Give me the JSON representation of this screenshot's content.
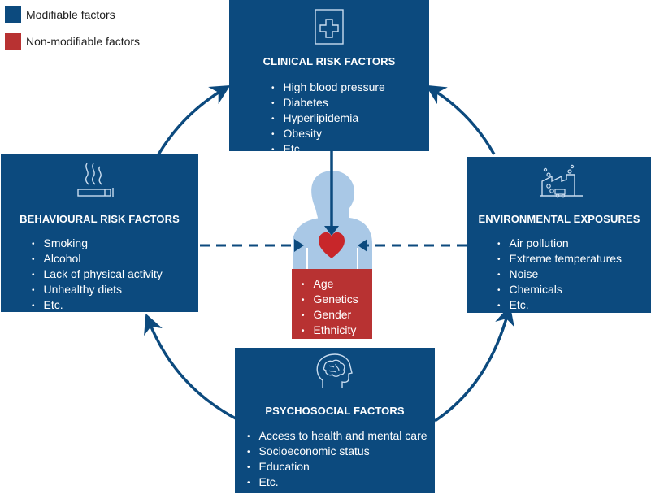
{
  "legend": [
    {
      "label": "Modifiable factors",
      "color": "#0c4a7e"
    },
    {
      "label": "Non-modifiable factors",
      "color": "#b83232"
    }
  ],
  "colors": {
    "modifiable": "#0c4a7e",
    "non_modifiable": "#b83232",
    "body": "#a9c8e6",
    "heart": "#c8262a"
  },
  "clinical": {
    "title": "CLINICAL RISK FACTORS",
    "icon": "medical-cross-document-icon",
    "items": [
      "High blood pressure",
      "Diabetes",
      "Hyperlipidemia",
      "Obesity",
      "Etc."
    ]
  },
  "behavioural": {
    "title": "BEHAVIOURAL RISK FACTORS",
    "icon": "cigarette-smoke-icon",
    "items": [
      "Smoking",
      "Alcohol",
      "Lack of physical activity",
      "Unhealthy diets",
      "Etc."
    ]
  },
  "environmental": {
    "title": "ENVIRONMENTAL EXPOSURES",
    "icon": "factory-pollution-icon",
    "items": [
      "Air pollution",
      "Extreme temperatures",
      "Noise",
      "Chemicals",
      "Etc."
    ]
  },
  "psychosocial": {
    "title": "PSYCHOSOCIAL FACTORS",
    "icon": "head-brain-icon",
    "items": [
      "Access to health and mental care",
      "Socioeconomic status",
      "Education",
      "Etc."
    ]
  },
  "non_modifiable": {
    "items": [
      "Age",
      "Genetics",
      "Gender",
      "Ethnicity"
    ]
  }
}
